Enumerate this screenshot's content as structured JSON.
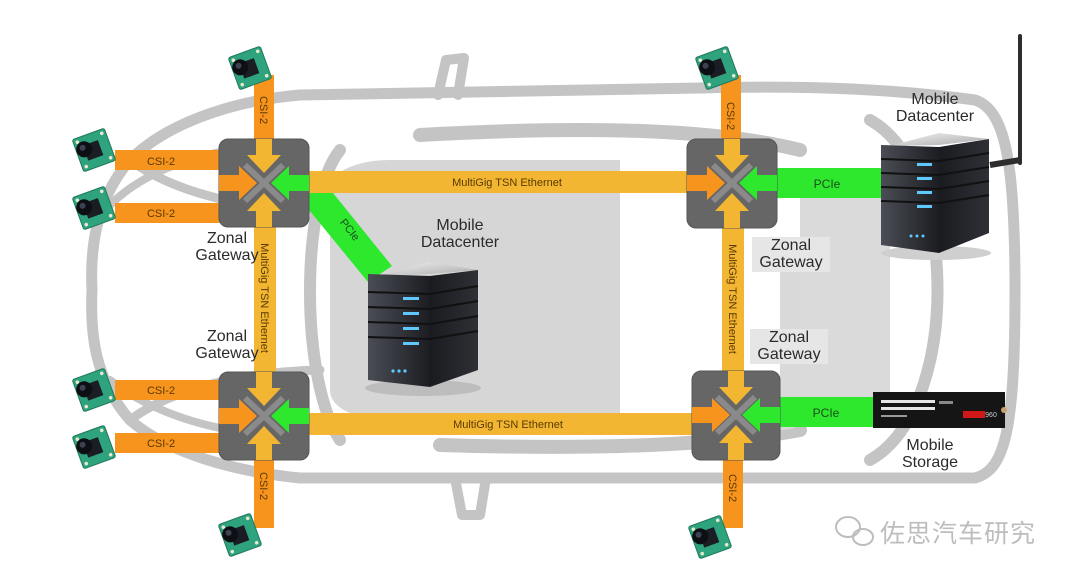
{
  "diagram": {
    "colors": {
      "csi": "#f7941d",
      "ethernet": "#f2b632",
      "pcie": "#2ee82e",
      "gateway": "#666666",
      "car_outline": "#c4c4c4",
      "label_text": "#5a3a00"
    },
    "gateways": [
      {
        "id": "front-left",
        "label_line1": "Zonal",
        "label_line2": "Gateway"
      },
      {
        "id": "rear-left",
        "label_line1": "Zonal",
        "label_line2": "Gateway"
      },
      {
        "id": "front-right",
        "label_line1": "Zonal",
        "label_line2": "Gateway"
      },
      {
        "id": "rear-right",
        "label_line1": "Zonal",
        "label_line2": "Gateway"
      }
    ],
    "links": {
      "csi_label": "CSI-2",
      "ethernet_label": "MultiGig TSN Ethernet",
      "pcie_label": "PCIe"
    },
    "datacenter_center": {
      "line1": "Mobile",
      "line2": "Datacenter"
    },
    "datacenter_right": {
      "line1": "Mobile",
      "line2": "Datacenter"
    },
    "storage": {
      "line1": "Mobile",
      "line2": "Storage",
      "device_marking": "960"
    },
    "icons": [
      "camera-module-icon",
      "server-tower-icon",
      "antenna-icon",
      "nvme-ssd-icon",
      "wechat-icon"
    ],
    "watermark": "佐思汽车研究"
  }
}
